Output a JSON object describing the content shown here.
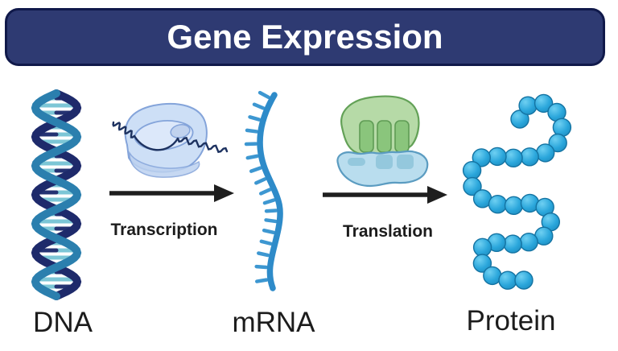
{
  "banner": {
    "title": "Gene Expression",
    "bg": "#2e3a72",
    "border": "#10194a",
    "text_color": "#ffffff"
  },
  "stages": {
    "dna_label": "DNA",
    "mrna_label": "mRNA",
    "protein_label": "Protein"
  },
  "processes": {
    "transcription_label": "Transcription",
    "translation_label": "Translation"
  },
  "colors": {
    "label_color": "#1c1c1c",
    "arrow_color": "#1e1e1e",
    "dna_strand_dark": "#1e2a6b",
    "dna_strand_blue": "#2b7fae",
    "dna_rung_light": "#7cc6d6",
    "dna_rung_dark": "#243272",
    "mrna_blue": "#2e8bc9",
    "mrna_tick": "#3d97d1",
    "polymerase_fill": "#cddff6",
    "polymerase_stroke": "#84a4da",
    "polymerase_inner": "#dce8fa",
    "polymerase_lip": "#bdd2f0",
    "polymerase_hole": "#c0d2ee",
    "polymerase_thread": "#1d3260",
    "ribosome_green_fill": "#b6daa7",
    "ribosome_green_stroke": "#63a157",
    "ribosome_green_rect": "#8ac57c",
    "ribosome_green_rect_stroke": "#5f9c55",
    "ribosome_blue_fill": "#b9ddee",
    "ribosome_blue_stroke": "#5b9cc1",
    "ribosome_blue_rect": "#94c8dd",
    "protein_bead_hi": "#6fd0f2",
    "protein_bead_fill": "#2aa6db",
    "protein_bead_deep": "#1b86b8",
    "protein_bead_edge": "#1473a2"
  }
}
